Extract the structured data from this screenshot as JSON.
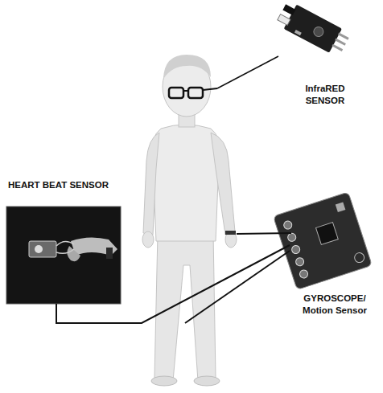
{
  "diagram": {
    "labels": [
      "InfraRED SENSOR",
      "HEART BEAT SENSOR",
      "GYROSCOPE/ Motion Sensor"
    ]
  }
}
